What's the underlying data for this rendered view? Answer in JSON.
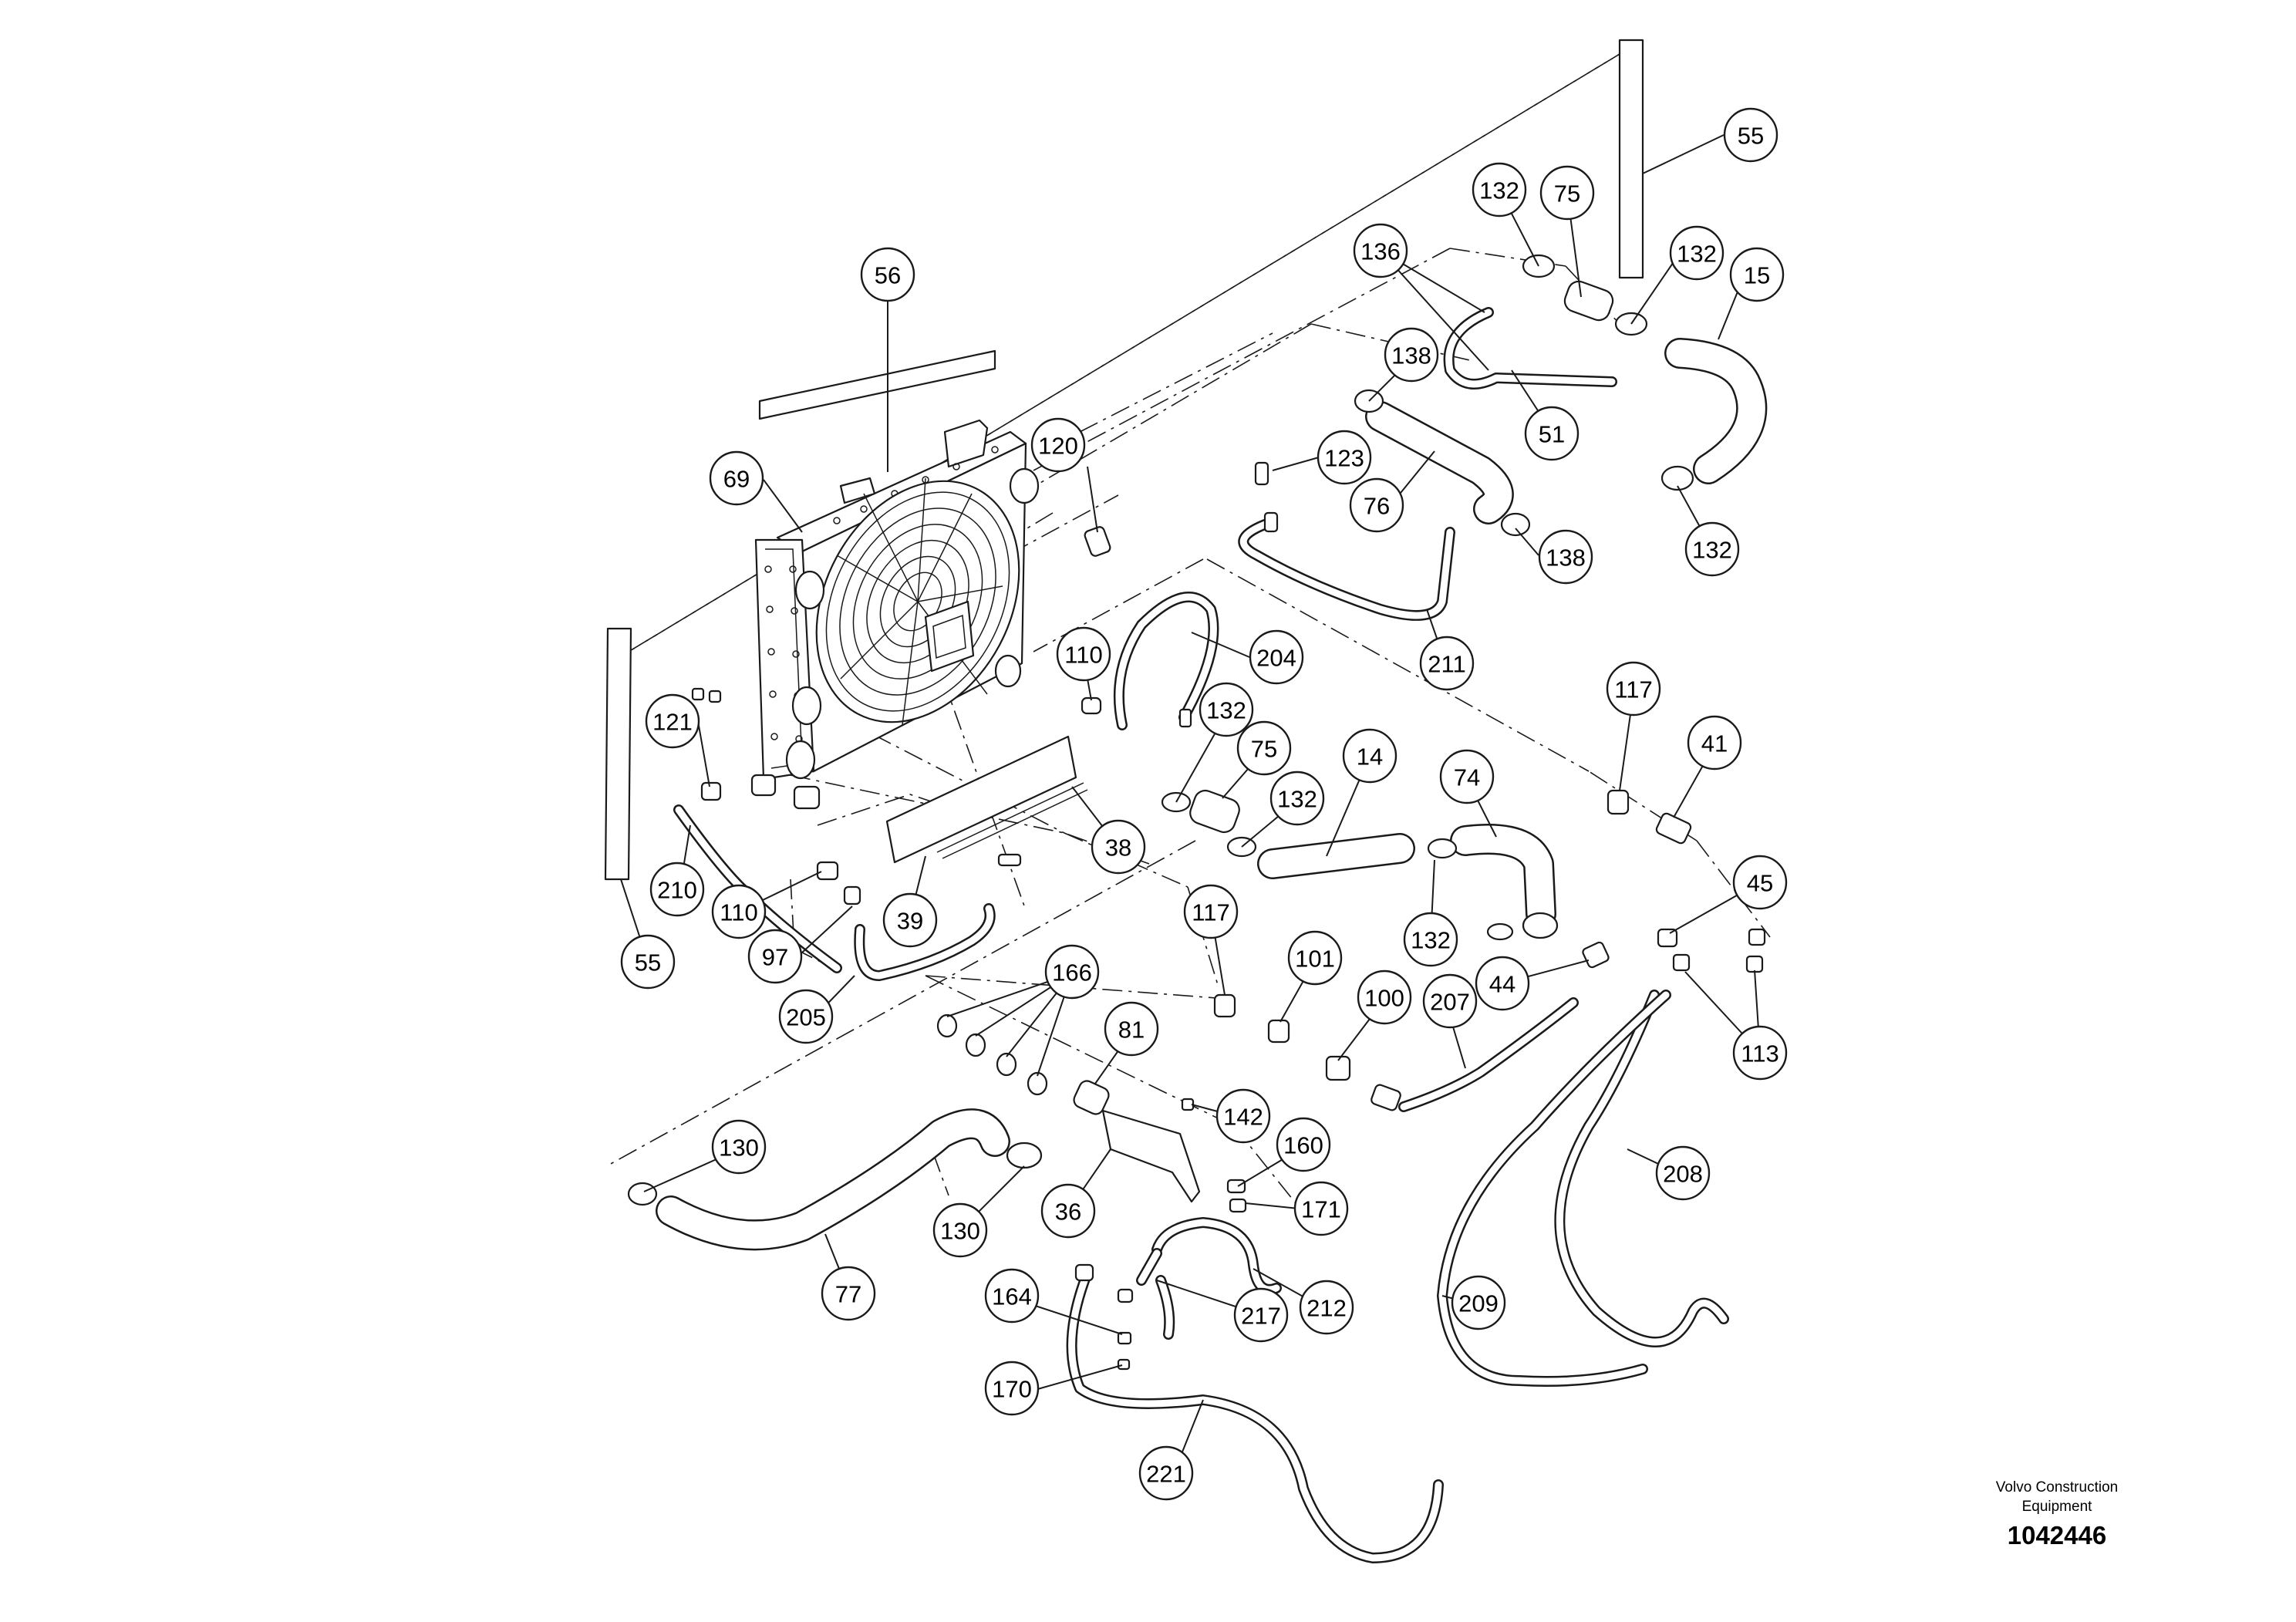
{
  "brand": {
    "line1": "Volvo Construction",
    "line2": "Equipment"
  },
  "document_number": "1042446",
  "callouts": [
    {
      "id": "c55a",
      "label": "55"
    },
    {
      "id": "c132a",
      "label": "132"
    },
    {
      "id": "c75a",
      "label": "75"
    },
    {
      "id": "c136",
      "label": "136"
    },
    {
      "id": "c132b",
      "label": "132"
    },
    {
      "id": "c15",
      "label": "15"
    },
    {
      "id": "c56",
      "label": "56"
    },
    {
      "id": "c138a",
      "label": "138"
    },
    {
      "id": "c51",
      "label": "51"
    },
    {
      "id": "c120",
      "label": "120"
    },
    {
      "id": "c123",
      "label": "123"
    },
    {
      "id": "c69",
      "label": "69"
    },
    {
      "id": "c76",
      "label": "76"
    },
    {
      "id": "c132c",
      "label": "132"
    },
    {
      "id": "c138b",
      "label": "138"
    },
    {
      "id": "c110a",
      "label": "110"
    },
    {
      "id": "c204",
      "label": "204"
    },
    {
      "id": "c211",
      "label": "211"
    },
    {
      "id": "c117a",
      "label": "117"
    },
    {
      "id": "c121",
      "label": "121"
    },
    {
      "id": "c132d",
      "label": "132"
    },
    {
      "id": "c75b",
      "label": "75"
    },
    {
      "id": "c14",
      "label": "14"
    },
    {
      "id": "c74",
      "label": "74"
    },
    {
      "id": "c41",
      "label": "41"
    },
    {
      "id": "c132e",
      "label": "132"
    },
    {
      "id": "c38",
      "label": "38"
    },
    {
      "id": "c210",
      "label": "210"
    },
    {
      "id": "c110b",
      "label": "110"
    },
    {
      "id": "c39",
      "label": "39"
    },
    {
      "id": "c132f",
      "label": "132"
    },
    {
      "id": "c45",
      "label": "45"
    },
    {
      "id": "c117b",
      "label": "117"
    },
    {
      "id": "c97",
      "label": "97"
    },
    {
      "id": "c55b",
      "label": "55"
    },
    {
      "id": "c166",
      "label": "166"
    },
    {
      "id": "c101",
      "label": "101"
    },
    {
      "id": "c44",
      "label": "44"
    },
    {
      "id": "c205",
      "label": "205"
    },
    {
      "id": "c81",
      "label": "81"
    },
    {
      "id": "c100",
      "label": "100"
    },
    {
      "id": "c207",
      "label": "207"
    },
    {
      "id": "c113",
      "label": "113"
    },
    {
      "id": "c142",
      "label": "142"
    },
    {
      "id": "c130a",
      "label": "130"
    },
    {
      "id": "c160",
      "label": "160"
    },
    {
      "id": "c208",
      "label": "208"
    },
    {
      "id": "c36",
      "label": "36"
    },
    {
      "id": "c171",
      "label": "171"
    },
    {
      "id": "c130b",
      "label": "130"
    },
    {
      "id": "c77",
      "label": "77"
    },
    {
      "id": "c164",
      "label": "164"
    },
    {
      "id": "c212",
      "label": "212"
    },
    {
      "id": "c217",
      "label": "217"
    },
    {
      "id": "c209",
      "label": "209"
    },
    {
      "id": "c170",
      "label": "170"
    },
    {
      "id": "c221",
      "label": "221"
    }
  ]
}
